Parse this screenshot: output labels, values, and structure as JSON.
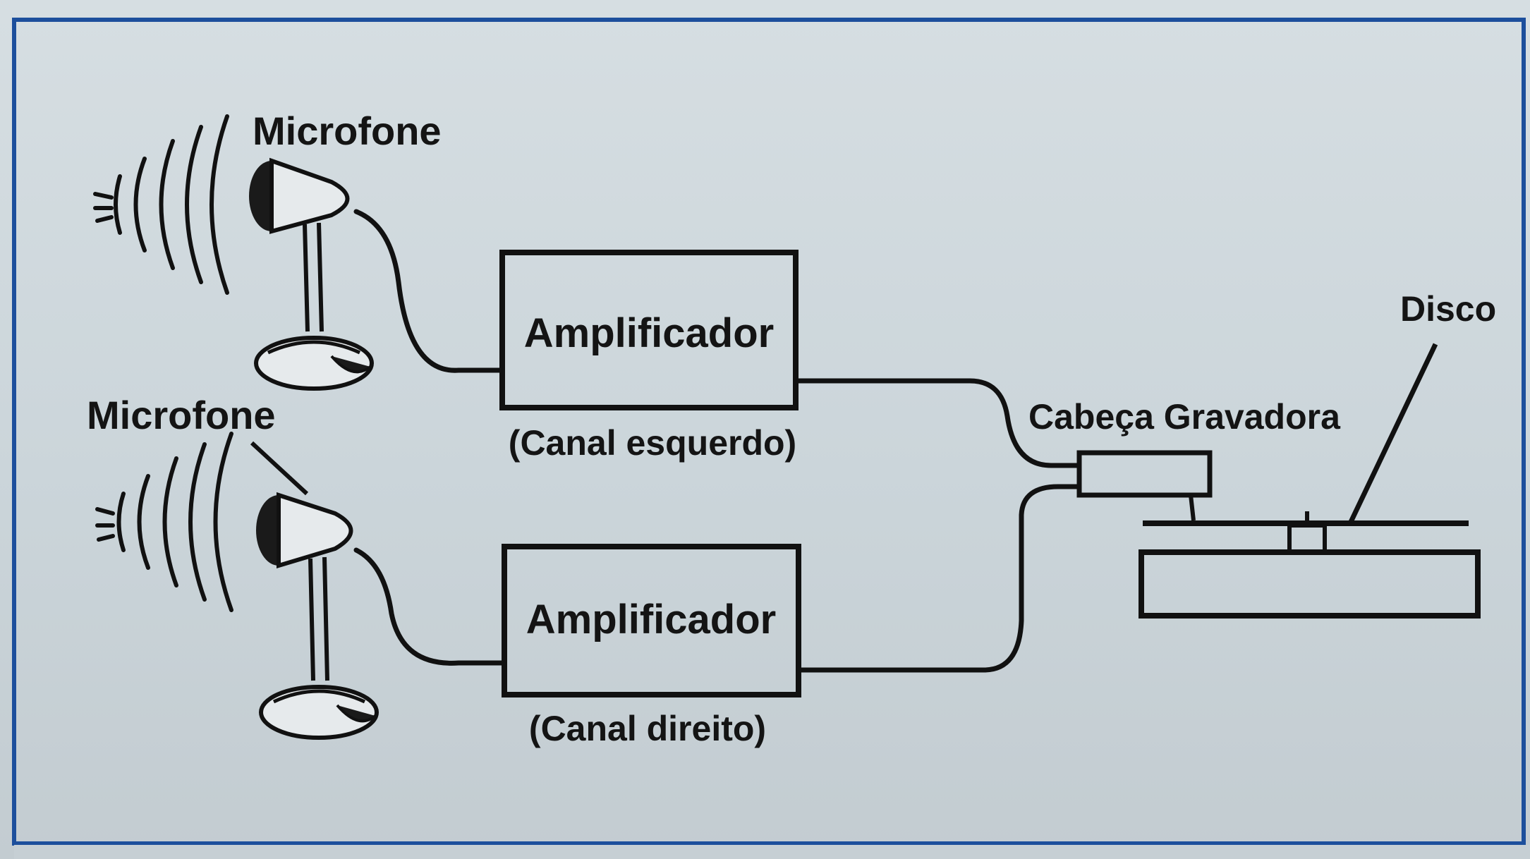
{
  "labels": {
    "mic_top": "Microfone",
    "mic_bottom": "Microfone",
    "amp_top": "Amplificador",
    "amp_top_caption": "(Canal esquerdo)",
    "amp_bottom": "Amplificador",
    "amp_bottom_caption": "(Canal direito)",
    "recording_head": "Cabeça Gravadora",
    "disc": "Disco"
  },
  "colors": {
    "background": "#cdd7dc",
    "frame": "#1d4f9c",
    "ink": "#111111"
  }
}
